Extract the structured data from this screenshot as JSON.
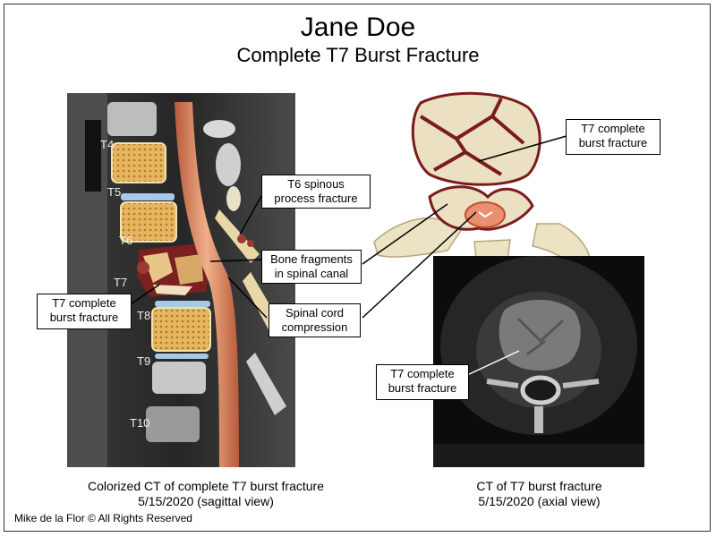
{
  "header": {
    "name": "Jane Doe",
    "diagnosis": "Complete T7 Burst Fracture"
  },
  "sagittal": {
    "vertebra_labels": [
      "T4",
      "T5",
      "T6",
      "T7",
      "T8",
      "T9",
      "T10"
    ],
    "callouts": {
      "spinous": "T6 spinous\nprocess fracture",
      "fragments": "Bone fragments\nin spinal canal",
      "cord": "Spinal cord\ncompression",
      "burst_left": "T7 complete\nburst fracture"
    },
    "caption": "Colorized CT of complete T7 burst fracture\n5/15/2020 (sagittal view)"
  },
  "vertebra_illustration": {
    "callout": "T7 complete\nburst fracture"
  },
  "axial": {
    "callout": "T7 complete\nburst fracture",
    "caption": "CT of T7 burst fracture\n5/15/2020 (axial view)"
  },
  "footer": {
    "copyright": "Mike de la Flor © All Rights Reserved"
  }
}
